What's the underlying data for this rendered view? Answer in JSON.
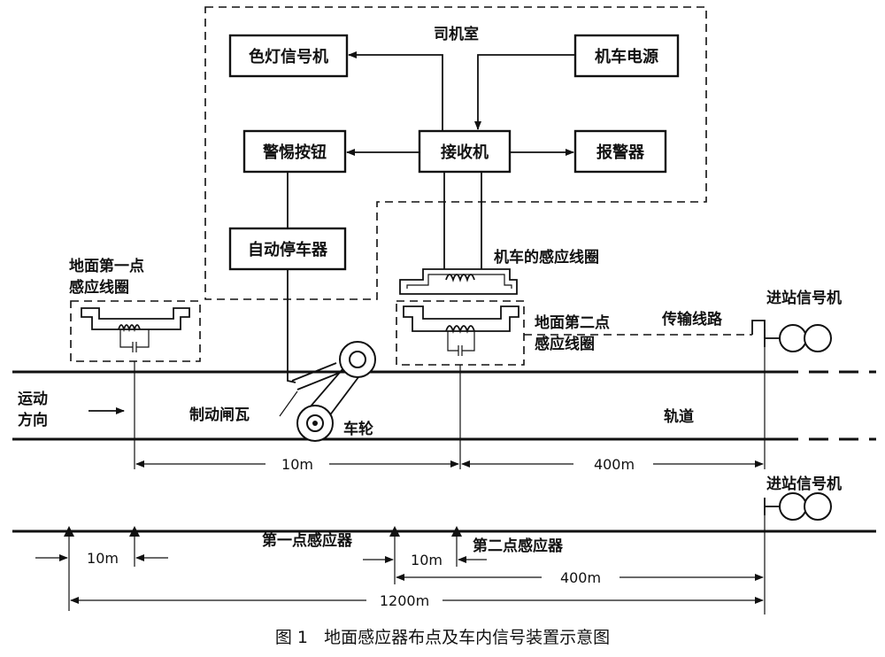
{
  "cab": {
    "title": "司机室",
    "boxes": {
      "signal_light": "色灯信号机",
      "power": "机车电源",
      "alert_button": "警惕按钮",
      "receiver": "接收机",
      "alarm": "报警器",
      "auto_stop": "自动停车器"
    }
  },
  "labels": {
    "ground_coil_1_line1": "地面第一点",
    "ground_coil_1_line2": "感应线圈",
    "loco_coil": "机车的感应线圈",
    "ground_coil_2_line1": "地面第二点",
    "ground_coil_2_line2": "感应线圈",
    "transmission_line": "传输线路",
    "home_signal_top": "进站信号机",
    "home_signal_bottom": "进站信号机",
    "motion_dir_line1": "运动",
    "motion_dir_line2": "方向",
    "brake_shoe": "制动闸瓦",
    "wheel": "车轮",
    "track": "轨道"
  },
  "dimensions": {
    "top_10m": "10m",
    "top_400m": "400m",
    "bottom_10m_a": "10m",
    "bottom_10m_b": "10m",
    "bottom_400m": "400m",
    "bottom_1200m": "1200m"
  },
  "sensors": {
    "first": "第一点感应器",
    "second": "第二点感应器"
  },
  "caption": "图 1   地面感应器布点及车内信号装置示意图"
}
